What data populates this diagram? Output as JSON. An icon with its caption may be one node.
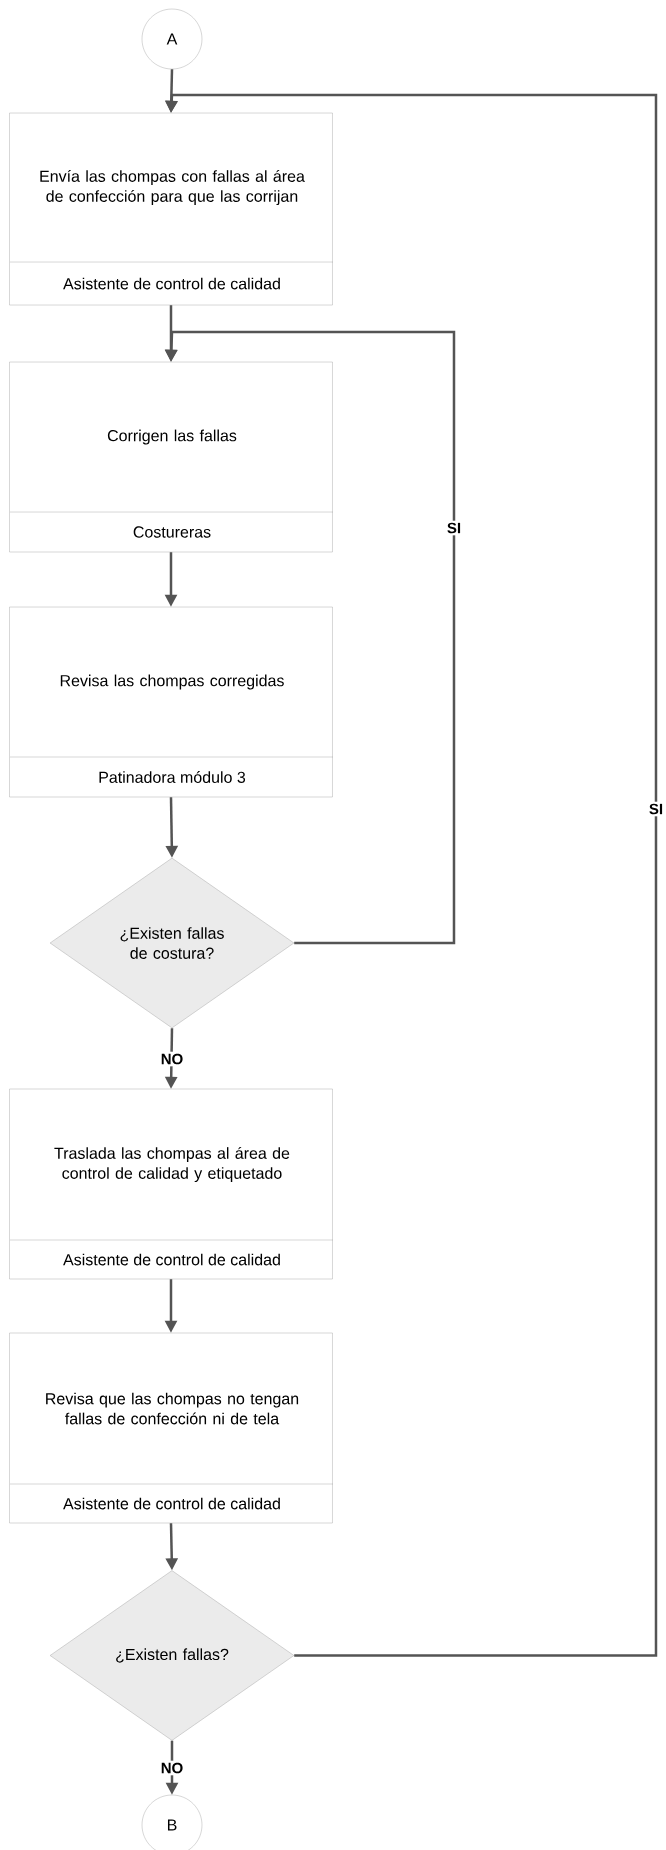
{
  "diagram": {
    "nodes": [
      {
        "text": [
          "A"
        ]
      },
      {
        "text": [
          "Envía las chompas con fallas al área de confección para que las corrijan",
          "Asistente de control de calidad"
        ]
      },
      {
        "text": [
          "Corrigen las fallas",
          "Costureras"
        ]
      },
      {
        "text": [
          "Revisa las chompas corregidas",
          "Patinadora módulo 3"
        ]
      },
      {
        "text": [
          "¿Existen fallas de costura?"
        ]
      },
      {
        "text": [
          "Traslada las chompas al área de control de calidad y etiquetado",
          "Asistente de control de calidad"
        ]
      },
      {
        "text": [
          "Revisa que las chompas no tengan fallas de confección ni de tela",
          "Asistente de control de calidad"
        ]
      },
      {
        "text": [
          "¿Existen fallas?"
        ]
      },
      {
        "text": [
          "B"
        ]
      }
    ],
    "edges": [
      {
        "from": 0,
        "to": 1,
        "arrow": "to"
      },
      {
        "from": 1,
        "to": 2,
        "arrow": "to"
      },
      {
        "from": 2,
        "to": 3,
        "arrow": "to"
      },
      {
        "from": 3,
        "to": 4,
        "arrow": "to"
      },
      {
        "from": 4,
        "to": 5,
        "arrow": "to",
        "label": "NO"
      },
      {
        "from": 4,
        "to": 2,
        "arrow": "to",
        "label": "SI"
      },
      {
        "from": 5,
        "to": 6,
        "arrow": "to"
      },
      {
        "from": 6,
        "to": 7,
        "arrow": "to"
      },
      {
        "from": 7,
        "to": 8,
        "arrow": "to",
        "label": "NO"
      },
      {
        "from": 7,
        "to": 1,
        "arrow": "to",
        "label": "SI"
      }
    ]
  }
}
